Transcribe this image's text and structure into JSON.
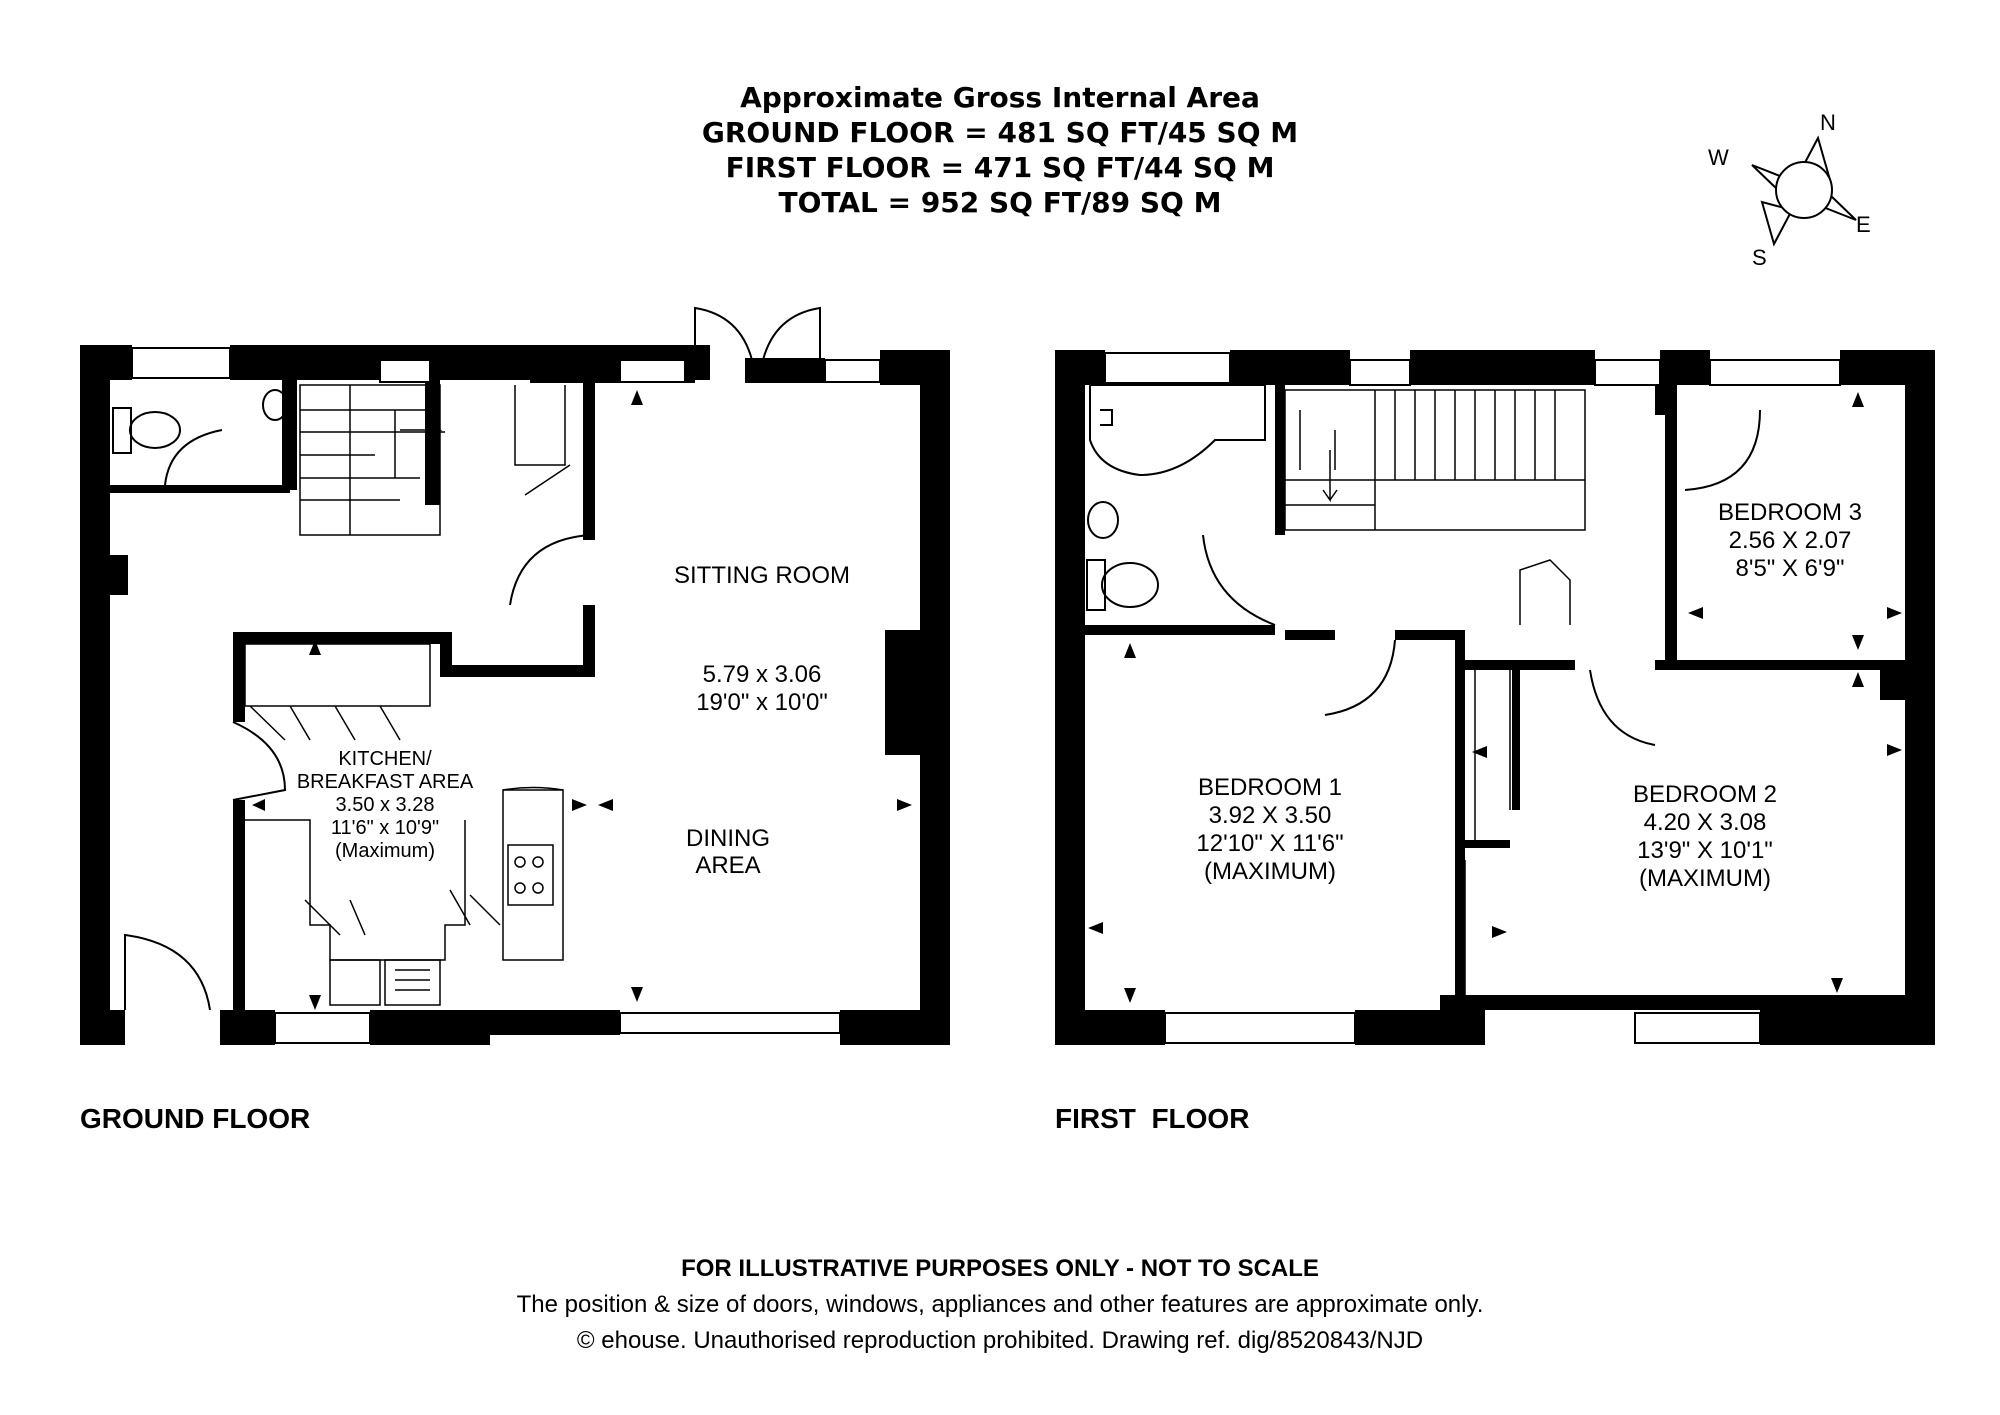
{
  "header": {
    "line1": "Approximate Gross Internal Area",
    "line2": "GROUND FLOOR = 481 SQ FT/45 SQ M",
    "line3": "FIRST FLOOR = 471 SQ FT/44 SQ M",
    "line4": "TOTAL = 952 SQ FT/89 SQ M"
  },
  "compass": {
    "n": "N",
    "e": "E",
    "s": "S",
    "w": "W"
  },
  "ground_floor": {
    "title": "GROUND FLOOR",
    "sitting_room": {
      "name": "SITTING ROOM",
      "metric": "5.79 x 3.06",
      "imperial": "19'0\" x 10'0\""
    },
    "dining_area": {
      "line1": "DINING",
      "line2": "AREA"
    },
    "kitchen": {
      "line1": "KITCHEN/",
      "line2": "BREAKFAST AREA",
      "metric": "3.50 x 3.28",
      "imperial": "11'6\" x 10'9\"",
      "note": "(Maximum)"
    }
  },
  "first_floor": {
    "title": "FIRST  FLOOR",
    "bedroom1": {
      "name": "BEDROOM 1",
      "metric": "3.92 X 3.50",
      "imperial": "12'10\" X 11'6\"",
      "note": "(MAXIMUM)"
    },
    "bedroom2": {
      "name": "BEDROOM 2",
      "metric": "4.20 X 3.08",
      "imperial": "13'9\" X 10'1\"",
      "note": "(MAXIMUM)"
    },
    "bedroom3": {
      "name": "BEDROOM 3",
      "metric": "2.56 X 2.07",
      "imperial": "8'5\" X 6'9\""
    }
  },
  "footer": {
    "disclaimer": "FOR ILLUSTRATIVE PURPOSES ONLY - NOT TO SCALE",
    "note": "The position & size of doors, windows, appliances and other features are approximate only.",
    "copyright": "© ehouse. Unauthorised reproduction prohibited. Drawing ref. dig/8520843/NJD"
  }
}
